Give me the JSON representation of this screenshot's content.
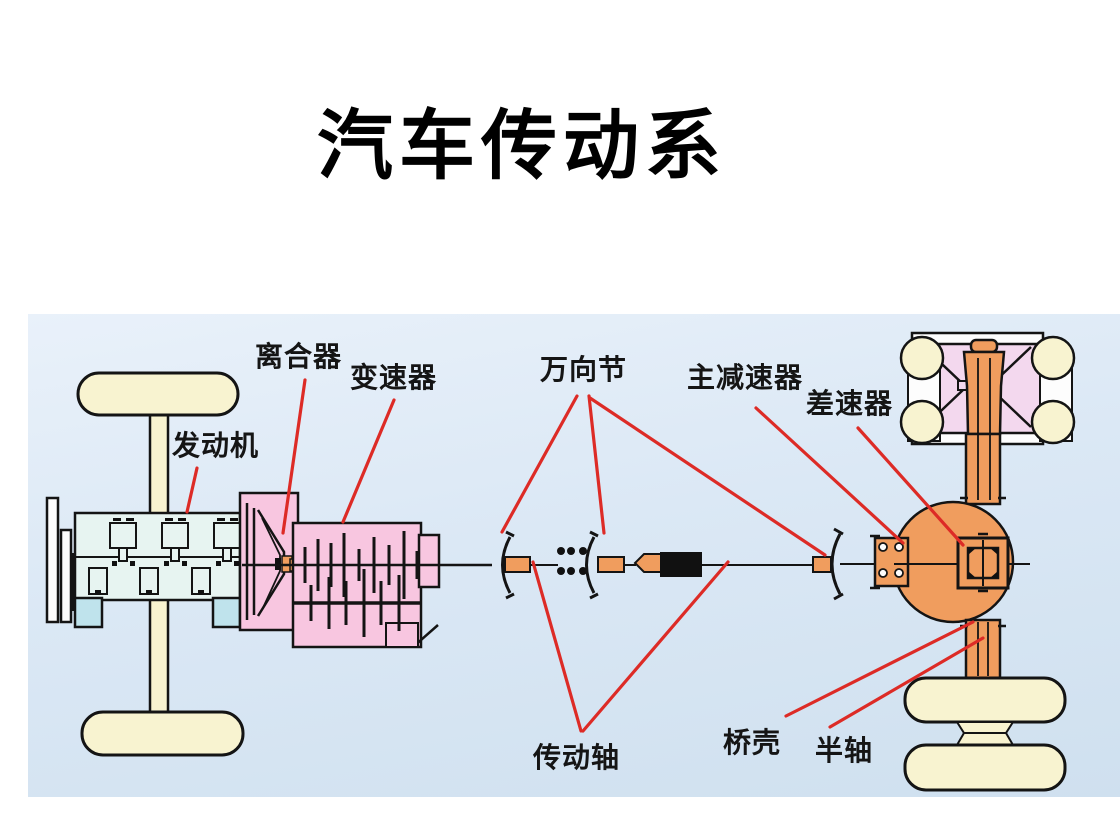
{
  "title": "汽车传动系",
  "diagram": {
    "labels": {
      "engine": "发动机",
      "clutch": "离合器",
      "gearbox": "变速器",
      "universal_joint": "万向节",
      "final_drive": "主减速器",
      "differential": "差速器",
      "drive_shaft": "传动轴",
      "axle_housing": "桥壳",
      "half_shaft": "半轴"
    },
    "colors": {
      "background_top": "#e9f1fa",
      "background_bottom": "#cfe0ef",
      "wheel": "#f8f3d0",
      "engine": "#e7f4f1",
      "engine_mount": "#bfe3ec",
      "pink": "#f8c6e0",
      "pink_light": "#f3d8ee",
      "orange": "#f09d5e",
      "annotation": "#dd2b26",
      "outline": "#141414"
    }
  }
}
